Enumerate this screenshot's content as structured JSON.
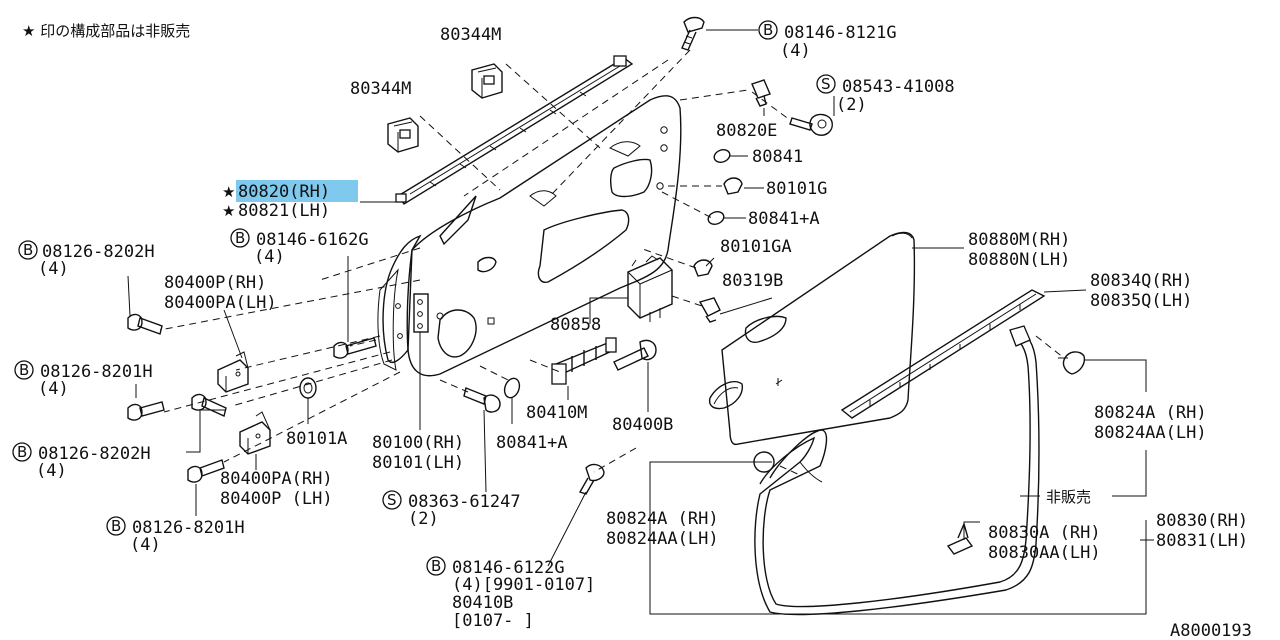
{
  "note": "★ 印の構成部品は非販売",
  "figure_id": "A8000193",
  "labels": {
    "p80344M_a": "80344M",
    "p80344M_b": "80344M",
    "b08146_8121G": "08146-8121G",
    "b08146_8121G_qty": "(4)",
    "s08543": "08543-41008",
    "s08543_qty": "(2)",
    "p80820E": "80820E",
    "p80841_a": "80841",
    "p80101G": "80101G",
    "p80841_b": "80841+A",
    "p80820": "80820(RH)",
    "p80821": "80821(LH)",
    "b08126_8202H_a": "08126-8202H",
    "b08126_8202H_a_qty": "(4)",
    "b08146_6162G": "08146-6162G",
    "b08146_6162G_qty": "(4)",
    "p80400P_a": "80400P(RH)",
    "p80400PA_a": "80400PA(LH)",
    "p80101GA": "80101GA",
    "p80880M": "80880M(RH)",
    "p80880N": "80880N(LH)",
    "p80319B": "80319B",
    "p80834Q": "80834Q(RH)",
    "p80835Q": "80835Q(LH)",
    "p80858": "80858",
    "b08126_8201H_a": "08126-8201H",
    "b08126_8201H_a_qty": "(4)",
    "p80410M": "80410M",
    "p80400B": "80400B",
    "p80101A": "80101A",
    "p80100": "80100(RH)",
    "p80101": "80101(LH)",
    "p80841_c": "80841+A",
    "p80824A_r": "80824A (RH)",
    "p80824AA_r": "80824AA(LH)",
    "b08126_8202H_b": "08126-8202H",
    "b08126_8202H_b_qty": "(4)",
    "p80400PA_b": "80400PA(RH)",
    "p80400P_b": "80400P (LH)",
    "s08363": "08363-61247",
    "s08363_qty": "(2)",
    "hihanbai": "非販売",
    "b08126_8201H_b": "08126-8201H",
    "b08126_8201H_b_qty": "(4)",
    "p80824A_l": "80824A (RH)",
    "p80824AA_l": "80824AA(LH)",
    "p80830A": "80830A (RH)",
    "p80830AA": "80830AA(LH)",
    "p80830": "80830(RH)",
    "p80831": "80831(LH)",
    "b08146_6122G": "08146-6122G",
    "b08146_6122G_qty": "(4)[9901-0107]",
    "p80410B": "80410B",
    "p80410B_range": "[0107-    ]"
  },
  "markers": {
    "bolt": "B",
    "screw": "S",
    "star": "★"
  },
  "highlight_color": "#7fc8ee"
}
